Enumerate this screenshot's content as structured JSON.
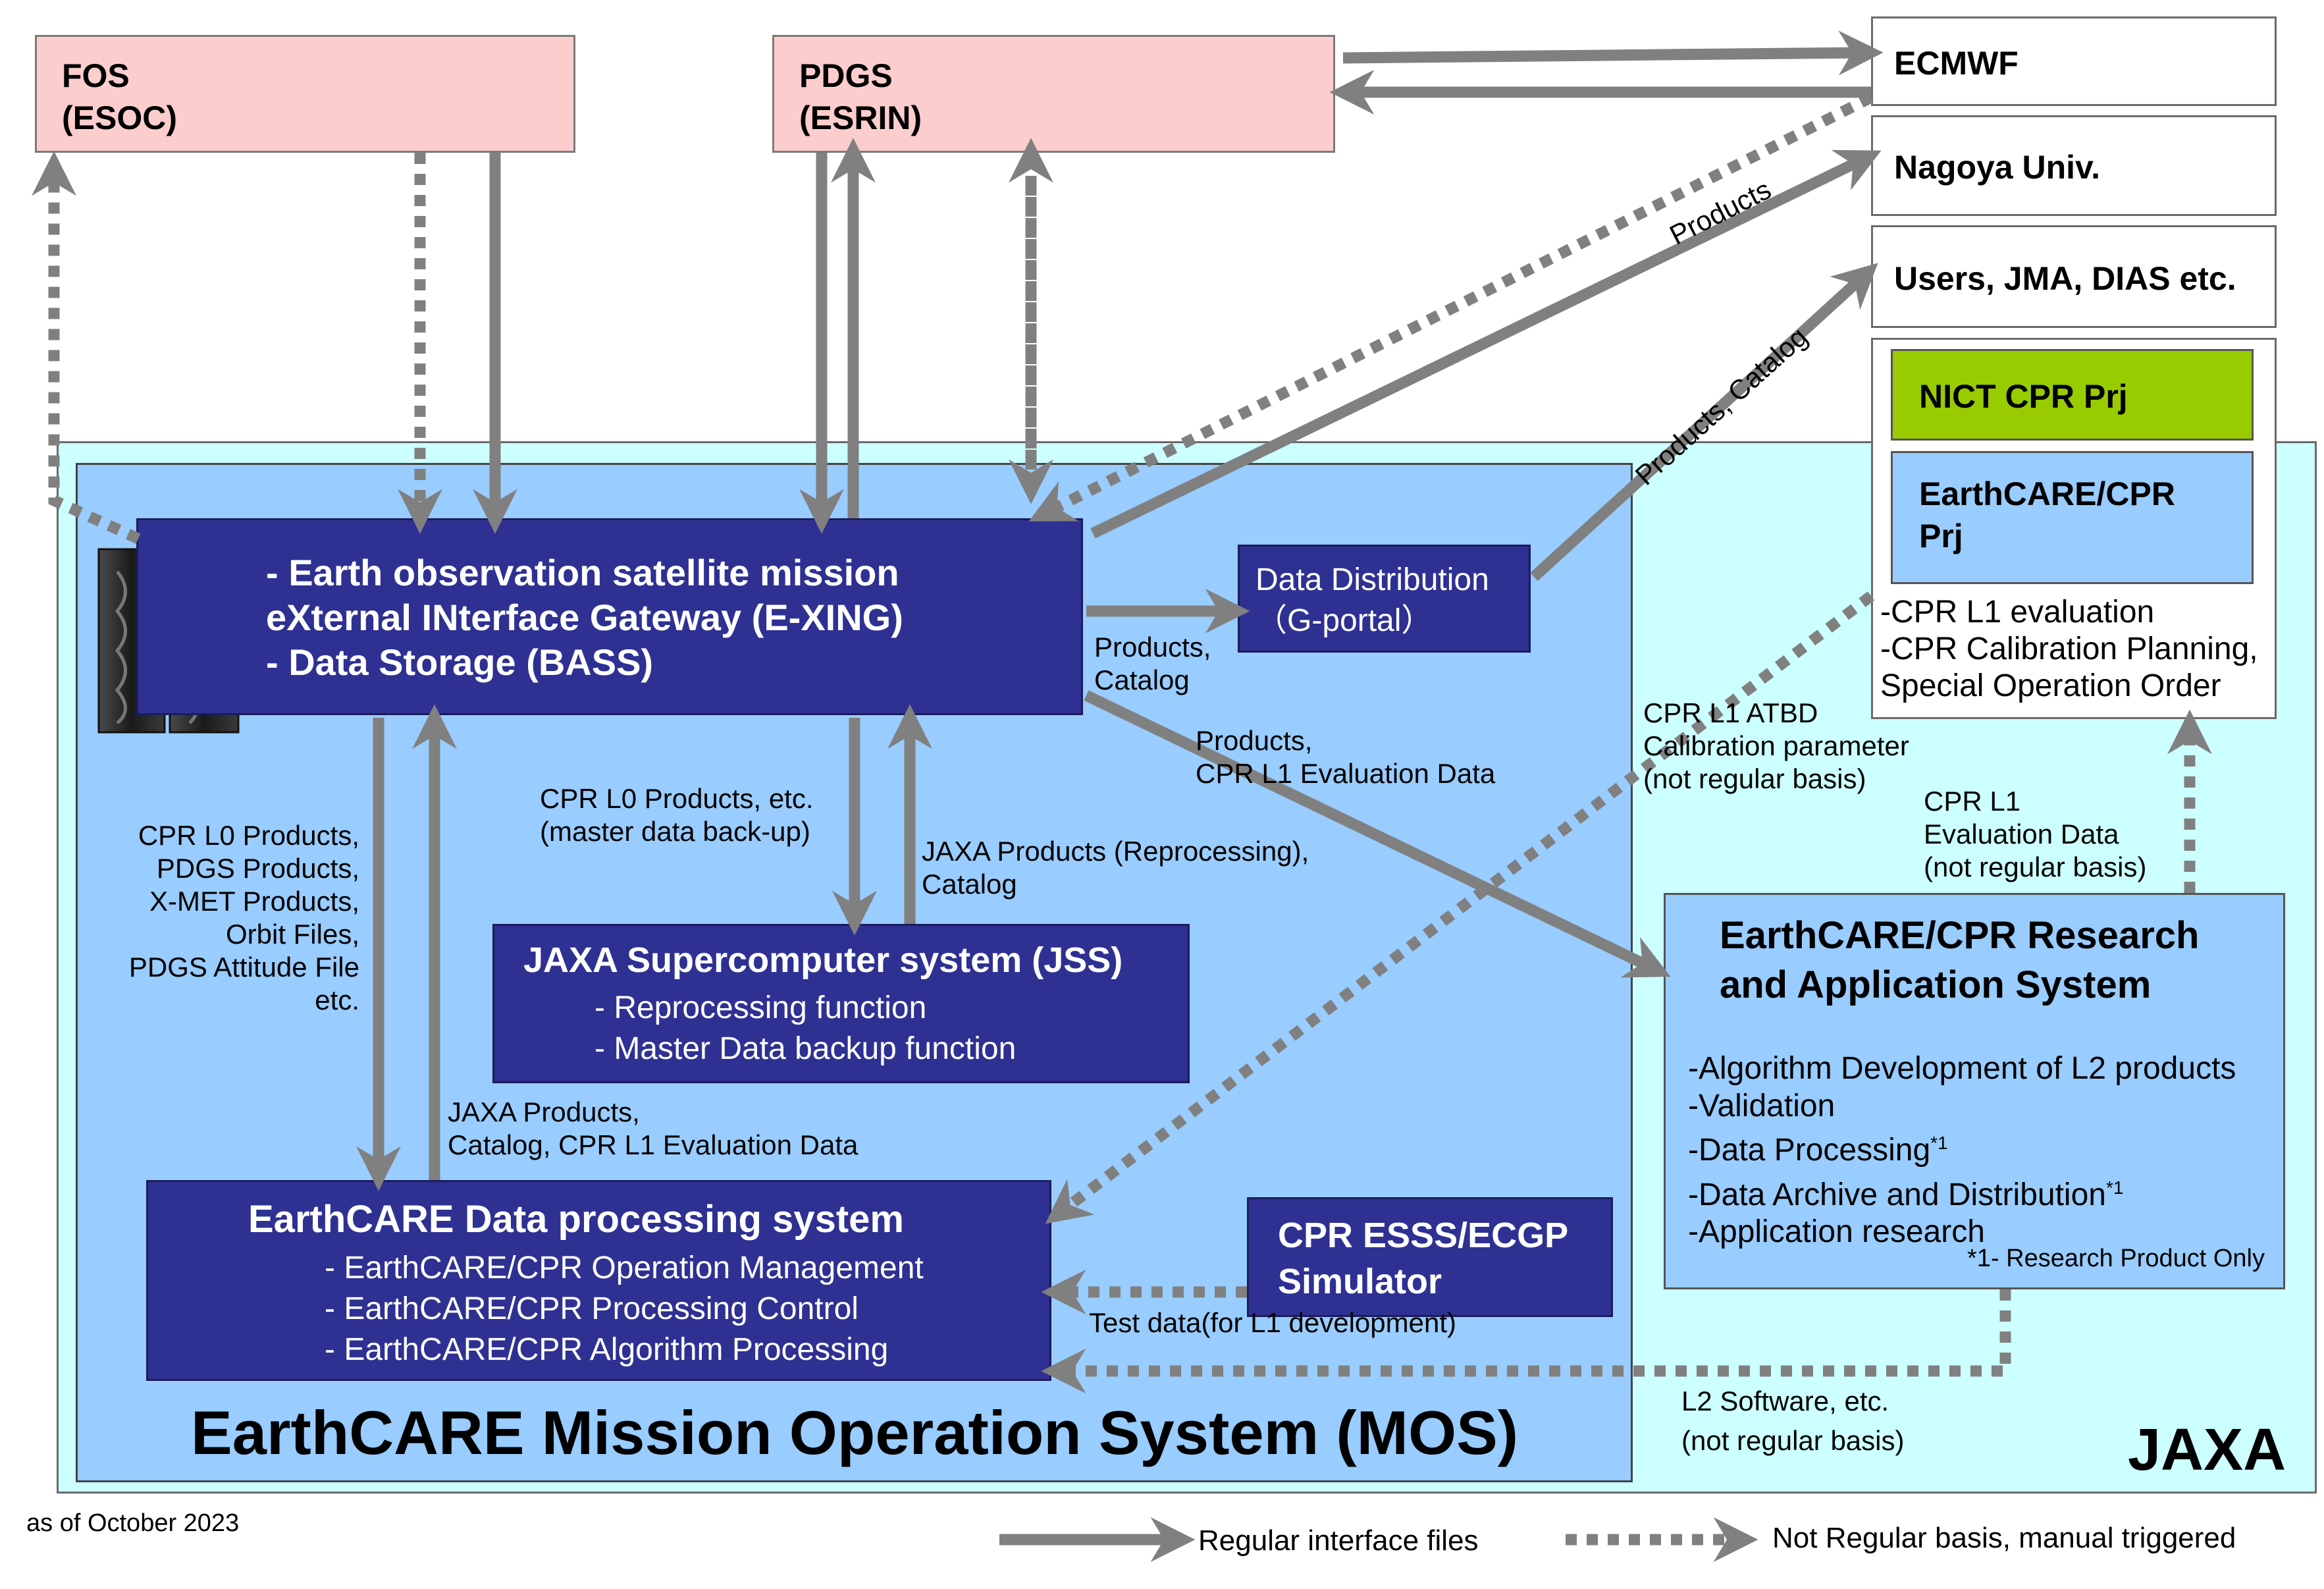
{
  "external": {
    "fos": "FOS\n(ESOC)",
    "pdgs": "PDGS\n(ESRIN)",
    "ecmwf": "ECMWF",
    "nagoya": "Nagoya Univ.",
    "users": "Users, JMA, DIAS etc."
  },
  "nict_group": {
    "nict": "NICT CPR Prj",
    "earthcare_prj": "EarthCARE/CPR\nPrj",
    "tasks": "-CPR L1 evaluation\n-CPR Calibration Planning,\nSpecial Operation Order"
  },
  "exing": {
    "text": "- Earth observation satellite mission\n   eXternal INterface Gateway (E-XING)\n- Data Storage (BASS)"
  },
  "distribution": {
    "text": "Data Distribution\n（G-portal）"
  },
  "jss": {
    "title": "JAXA Supercomputer system (JSS)",
    "items": "- Reprocessing function\n- Master Data backup function"
  },
  "dps": {
    "title": "EarthCARE Data processing system",
    "items": "- EarthCARE/CPR Operation Management\n- EarthCARE/CPR Processing Control\n- EarthCARE/CPR Algorithm Processing"
  },
  "simulator": {
    "text": "CPR ESSS/ECGP\nSimulator"
  },
  "research": {
    "title": "EarthCARE/CPR Research\nand Application System",
    "items": [
      "-Algorithm Development of L2 products",
      "-Validation",
      "-Data Processing",
      "-Data Archive and Distribution",
      "-Application research"
    ],
    "footnote_mark": "*1",
    "footnote": "*1- Research Product Only"
  },
  "regions": {
    "mos": "EarthCARE Mission Operation System (MOS)",
    "jaxa": "JAXA"
  },
  "labels": {
    "products": "Products",
    "products_catalog": "Products, Catalog",
    "products_catalog_dist": "Products,\nCatalog",
    "products_l1_eval": "Products,\nCPR L1 Evaluation Data",
    "cpr_l0_master": "CPR L0 Products, etc.\n(master data back-up)",
    "jaxa_reprocessing": "JAXA Products (Reprocessing),\nCatalog",
    "cpr_l0_list": "CPR L0 Products,\nPDGS Products,\nX-MET Products,\nOrbit Files,\nPDGS Attitude File\netc.",
    "jaxa_products_catalog": "JAXA Products,\nCatalog, CPR L1 Evaluation Data",
    "atbd": "CPR L1 ATBD\nCalibration parameter\n(not regular basis)",
    "l1_eval_data": "CPR L1\nEvaluation Data\n(not regular basis)",
    "test_data": "Test data(for L1 development)",
    "l2_software": "L2 Software, etc.\n(not regular basis)"
  },
  "date_note": "as of October 2023",
  "legend": {
    "regular": "Regular interface files",
    "not_regular": "Not Regular basis, manual triggered"
  },
  "colors": {
    "dark_box": "#2e3192",
    "light_box": "#99ccff",
    "jaxa_region": "#ccffff",
    "external_pink": "#fccdcd",
    "nict_green": "#99cc00",
    "arrow": "#808080"
  }
}
